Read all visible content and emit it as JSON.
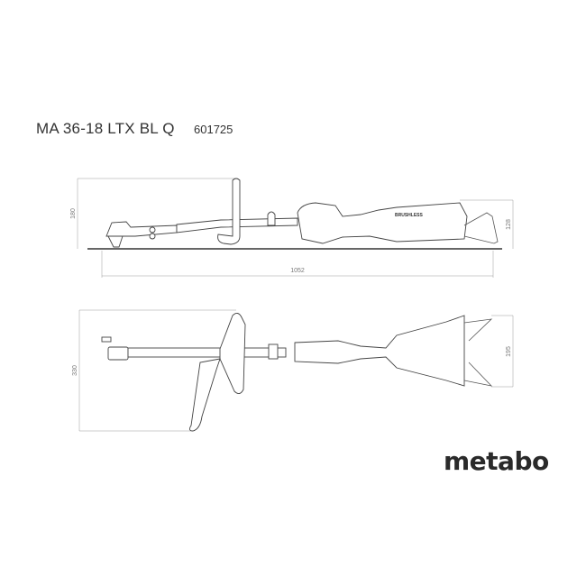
{
  "header": {
    "model": "MA 36-18 LTX BL Q",
    "article_number": "601725"
  },
  "side_view": {
    "height_dim": "180",
    "rear_height_dim": "128",
    "length_dim": "1052",
    "motor_label": "BRUSHLESS"
  },
  "top_view": {
    "width_dim": "330",
    "head_width_dim": "195"
  },
  "brand": {
    "logo_text": "metabo",
    "color": "#2a2a2a"
  }
}
